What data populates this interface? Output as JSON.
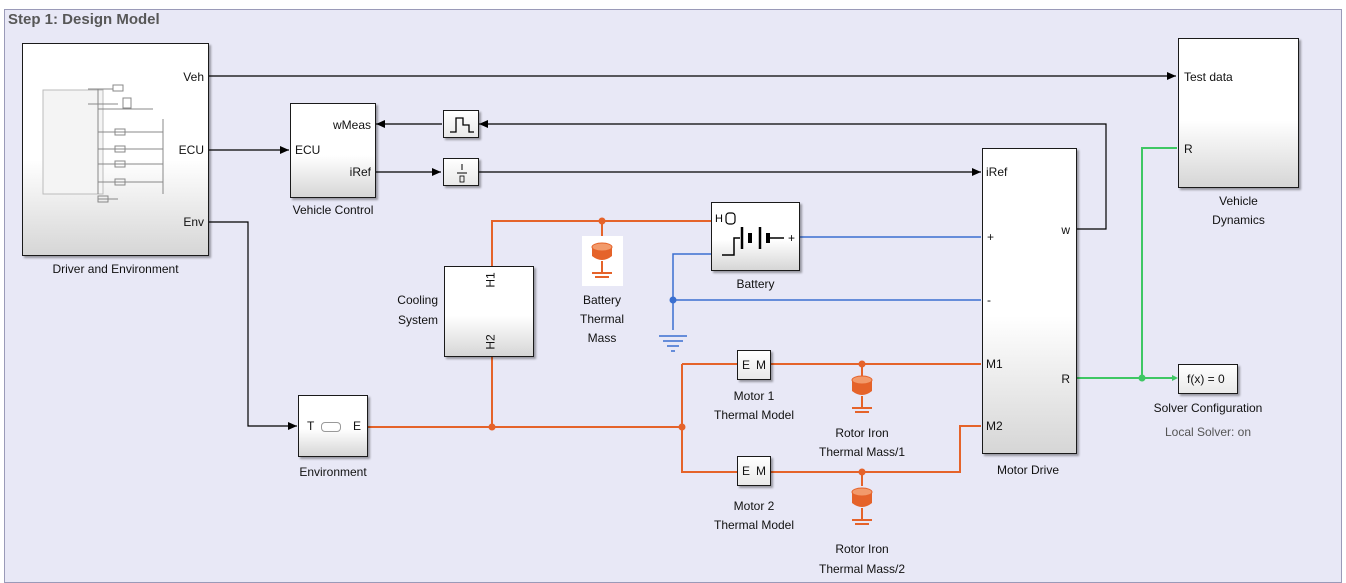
{
  "area_title": "Step 1: Design Model",
  "colors": {
    "signal": "#000000",
    "thermal": "#e5632a",
    "electrical": "#3a6fd0",
    "physical": "#3ec764",
    "background": "#e8e8f6"
  },
  "blocks": {
    "driver": {
      "name": "Driver and Environment",
      "ports": [
        "Veh",
        "ECU",
        "Env"
      ]
    },
    "vehicle_control": {
      "name": "Vehicle Control",
      "ports": [
        "wMeas",
        "ECU",
        "iRef"
      ]
    },
    "cooling": {
      "name_line1": "Cooling",
      "name_line2": "System",
      "ports": [
        "H1",
        "H2"
      ]
    },
    "battery_thermal": {
      "line1": "Battery",
      "line2": "Thermal",
      "line3": "Mass"
    },
    "battery": {
      "name": "Battery",
      "ports": [
        "H",
        "+"
      ]
    },
    "environment": {
      "name": "Environment",
      "ports": [
        "T",
        "E"
      ]
    },
    "motor1": {
      "line1": "Motor 1",
      "line2": "Thermal Model",
      "ports": [
        "E",
        "M"
      ]
    },
    "motor2": {
      "line1": "Motor 2",
      "line2": "Thermal Model",
      "ports": [
        "E",
        "M"
      ]
    },
    "rotor1": {
      "line1": "Rotor Iron",
      "line2": "Thermal Mass/1"
    },
    "rotor2": {
      "line1": "Rotor Iron",
      "line2": "Thermal Mass/2"
    },
    "motor_drive": {
      "name": "Motor Drive",
      "ports": [
        "iRef",
        "+",
        "-",
        "M1",
        "M2",
        "w",
        "R"
      ]
    },
    "vehicle_dynamics": {
      "line1": "Vehicle",
      "line2": "Dynamics",
      "ports": [
        "Test data",
        "R"
      ]
    },
    "solver": {
      "label": "f(x) = 0",
      "line1": "Solver Configuration",
      "line2": "Local Solver: on"
    }
  }
}
